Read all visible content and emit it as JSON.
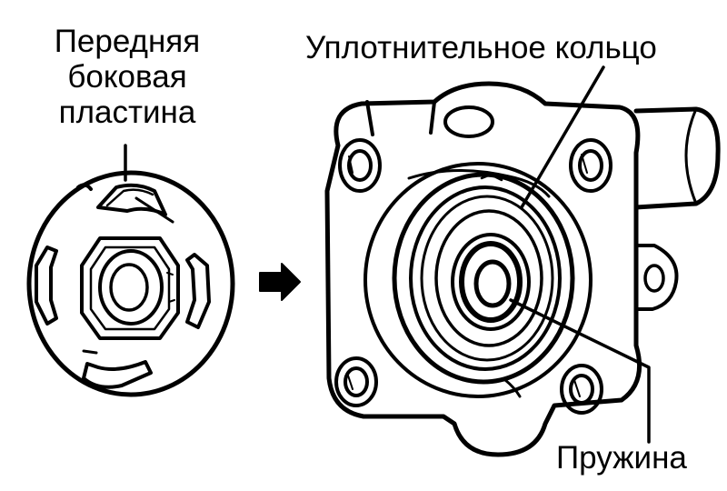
{
  "labels": {
    "front_side_plate": [
      "Передняя",
      "боковая",
      "пластина"
    ],
    "seal_ring": "Уплотнительное кольцо",
    "spring": "Пружина"
  },
  "colors": {
    "ink": "#000000",
    "paper": "#ffffff"
  }
}
